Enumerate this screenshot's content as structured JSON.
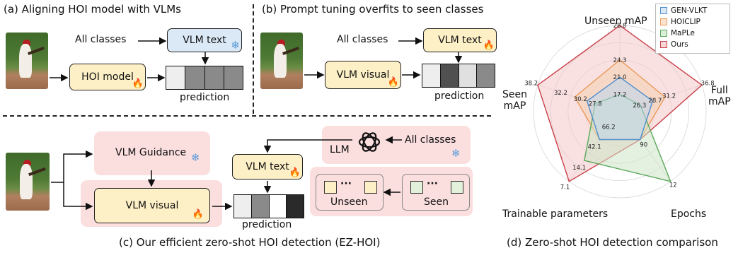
{
  "panel_a": {
    "title": "(a)  Aligning HOI model with VLMs",
    "all_classes": "All classes",
    "vlm_text": "VLM text",
    "hoi_model": "HOI model",
    "prediction": "prediction",
    "pred_shades": [
      "#eeeeee",
      "#8a8a8a",
      "#8a8a8a",
      "#8a8a8a"
    ]
  },
  "panel_b": {
    "title": "(b) Prompt tuning overfits to seen classes",
    "all_classes": "All classes",
    "vlm_text": "VLM text",
    "vlm_visual": "VLM visual",
    "prediction": "prediction",
    "pred_shades": [
      "#eeeeee",
      "#505050",
      "#e0e0e0",
      "#8a8a8a"
    ]
  },
  "panel_c": {
    "title": "(c) Our efficient zero-shot HOI detection (EZ-HOI)",
    "vlm_guidance": "VLM Guidance",
    "vlm_visual": "VLM visual",
    "vlm_text": "VLM text",
    "llm": "LLM",
    "all_classes": "All classes",
    "prediction": "prediction",
    "unseen": "Unseen",
    "seen": "Seen",
    "dots": "···",
    "pred_shades": [
      "#eeeeee",
      "#8a8a8a",
      "#ffffff",
      "#2a2a2a"
    ],
    "unseen_color": "#fdf0c6",
    "seen_color": "#e4f1da"
  },
  "panel_d": {
    "title": "(d) Zero-shot HOI detection comparison",
    "axes": [
      "Unseen mAP",
      "Full mAP",
      "Epochs",
      "Trainable parameters",
      "Seen mAP"
    ],
    "axis_labels": {
      "unseen": "Unseen mAP",
      "full_1": "Full",
      "full_2": "mAP",
      "epochs": "Epochs",
      "params": "Trainable parameters",
      "seen_1": "Seen",
      "seen_2": "mAP"
    }
  },
  "chart_data": {
    "type": "radar",
    "axes": [
      "Unseen mAP",
      "Full mAP",
      "Epochs",
      "Trainable parameters",
      "Seen mAP"
    ],
    "series": [
      {
        "name": "GEN-VLKT",
        "color": "#4f8fcf",
        "fill": "#bcd6ee",
        "values": [
          21.0,
          28.7,
          90,
          42.1,
          30.2
        ],
        "r": [
          0.4,
          0.4,
          0.4,
          0.4,
          0.4
        ]
      },
      {
        "name": "HOICLIP",
        "color": "#e99a5a",
        "fill": "#f5d2b3",
        "values": [
          24.3,
          31.2,
          null,
          null,
          32.2
        ],
        "r": [
          0.6,
          0.55,
          0.4,
          0.4,
          0.55
        ]
      },
      {
        "name": "MaPLe",
        "color": "#5aa85a",
        "fill": "#cde6c6",
        "values": [
          17.2,
          26.3,
          12,
          14.1,
          27.8
        ],
        "r": [
          0.2,
          0.25,
          1.0,
          0.7,
          0.3
        ]
      },
      {
        "name": "Ours",
        "color": "#c9404a",
        "fill": "#f4c8c8",
        "values": [
          28.8,
          36.8,
          null,
          7.1,
          38.2
        ],
        "r": [
          1.0,
          1.0,
          0.4,
          1.0,
          1.0
        ]
      }
    ],
    "tick_labels": [
      {
        "text": "28.8",
        "axis": 0,
        "r": 1.0
      },
      {
        "text": "24.3",
        "axis": 0,
        "r": 0.6
      },
      {
        "text": "21.0",
        "axis": 0,
        "r": 0.4
      },
      {
        "text": "17.2",
        "axis": 0,
        "r": 0.2
      },
      {
        "text": "36.8",
        "axis": 1,
        "r": 1.07
      },
      {
        "text": "31.2",
        "axis": 1,
        "r": 0.6
      },
      {
        "text": "28.7",
        "axis": 1,
        "r": 0.43
      },
      {
        "text": "26.3",
        "axis": 1,
        "r": 0.24
      },
      {
        "text": "12",
        "axis": 2,
        "r": 1.05
      },
      {
        "text": "90",
        "axis": 2,
        "r": 0.47
      },
      {
        "text": "7.1",
        "axis": 3,
        "r": 1.08
      },
      {
        "text": "14.1",
        "axis": 3,
        "r": 0.8
      },
      {
        "text": "42.1",
        "axis": 3,
        "r": 0.5
      },
      {
        "text": "66.2",
        "axis": 3,
        "r": 0.22
      },
      {
        "text": "38.2",
        "axis": 4,
        "r": 1.08
      },
      {
        "text": "32.2",
        "axis": 4,
        "r": 0.72
      },
      {
        "text": "30.2",
        "axis": 4,
        "r": 0.48
      },
      {
        "text": "27.8",
        "axis": 4,
        "r": 0.3
      }
    ],
    "grid": true,
    "legend_position": "top-right"
  }
}
